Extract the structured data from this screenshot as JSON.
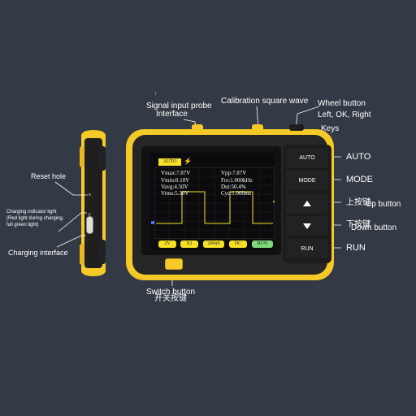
{
  "labels": {
    "arrow_mark": "↑",
    "signal_input_1": "Signal input probe",
    "signal_input_2": "Interface",
    "calibration": "Calibration square wave",
    "wheel_1": "Wheel button",
    "wheel_2": "Left, OK, Right",
    "keys": "Keys",
    "reset_hole": "Reset hole",
    "charging_light_1": "Charging indicator light",
    "charging_light_2": "(Red light during charging,",
    "charging_light_3": "full green light)",
    "charging_interface": "Charging interface",
    "switch_button": "Switch button",
    "switch_button_cn": "开关按键",
    "auto": "AUTO",
    "mode": "MODE",
    "up_cn": "上按键",
    "up_en": "Up button",
    "down_cn": "下按键",
    "down_en": "Down button",
    "run": "RUN"
  },
  "device": {
    "buttons": {
      "auto": "AUTO",
      "mode": "MODE",
      "up_icon": "up-triangle-icon",
      "down_icon": "down-triangle-icon",
      "run": "RUN"
    },
    "screen": {
      "mode_badge": "AUTO",
      "readings": {
        "vmax": "Vmax:7.87V",
        "vmin": "Vmin:0.10V",
        "vavg": "Vavg:4.50V",
        "vrms": "Vrms:5.30V",
        "vpp": "Vpp:7.87V",
        "freq": "Fre:1.000kHz",
        "duty": "Dut:50.4%",
        "cycle": "Cyc:1.000ms"
      },
      "footer": {
        "volts_div": "2V",
        "probe": "X1",
        "time_div": "200uS",
        "coupling": "DC",
        "state": "RUN"
      }
    }
  },
  "colors": {
    "background": "#333a45",
    "device_body": "#2a2a2a",
    "accent_yellow": "#f5c928",
    "waveform": "#f5e027",
    "run_badge": "#7fd97a"
  }
}
